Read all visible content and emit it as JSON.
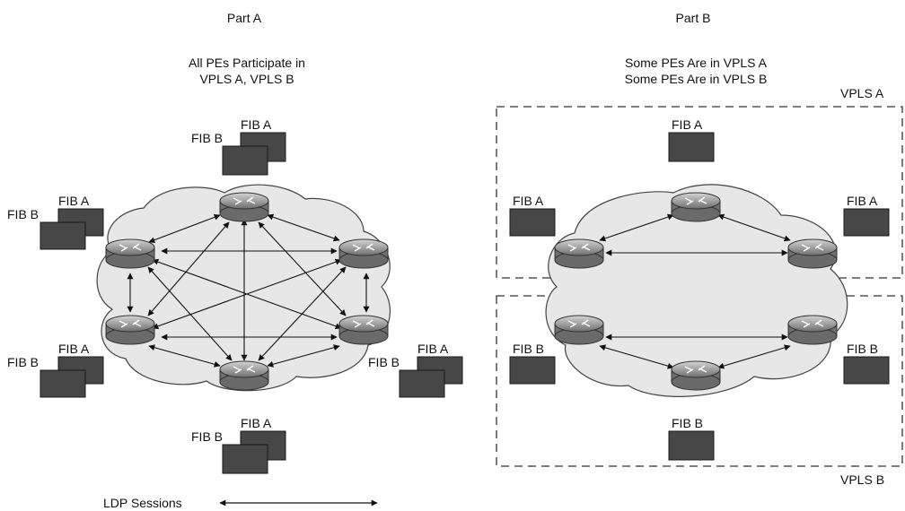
{
  "part_a": {
    "title": "Part A",
    "subtitle_line1": "All PEs Participate in",
    "subtitle_line2": "VPLS A, VPLS B"
  },
  "part_b": {
    "title": "Part B",
    "subtitle_line1": "Some PEs Are in VPLS A",
    "subtitle_line2": "Some PEs Are in VPLS B",
    "region_a_label": "VPLS A",
    "region_b_label": "VPLS B"
  },
  "fib": {
    "a": "FIB A",
    "b": "FIB B"
  },
  "legend": {
    "ldp_sessions": "LDP Sessions"
  },
  "colors": {
    "fib_fill": "#474747",
    "cloud_fill": "#e7e7e7",
    "router_fill": "#9c9c9c"
  }
}
